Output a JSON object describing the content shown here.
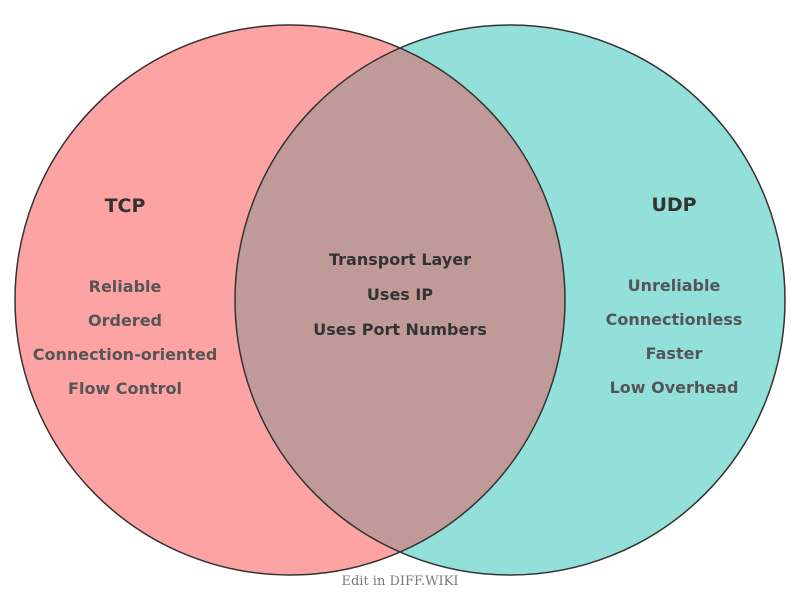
{
  "diagram": {
    "left_set": {
      "title": "TCP",
      "color": "#fda3a3",
      "items": [
        "Reliable",
        "Ordered",
        "Connection-oriented",
        "Flow Control"
      ]
    },
    "right_set": {
      "title": "UDP",
      "color": "#93e0da",
      "items": [
        "Unreliable",
        "Connectionless",
        "Faster",
        "Low Overhead"
      ]
    },
    "intersection": {
      "color": "#bf9a98",
      "items": [
        "Transport Layer",
        "Uses IP",
        "Uses Port Numbers"
      ]
    },
    "outline_color": "#333333"
  },
  "footer": {
    "text": "Edit in DIFF.WIKI"
  }
}
